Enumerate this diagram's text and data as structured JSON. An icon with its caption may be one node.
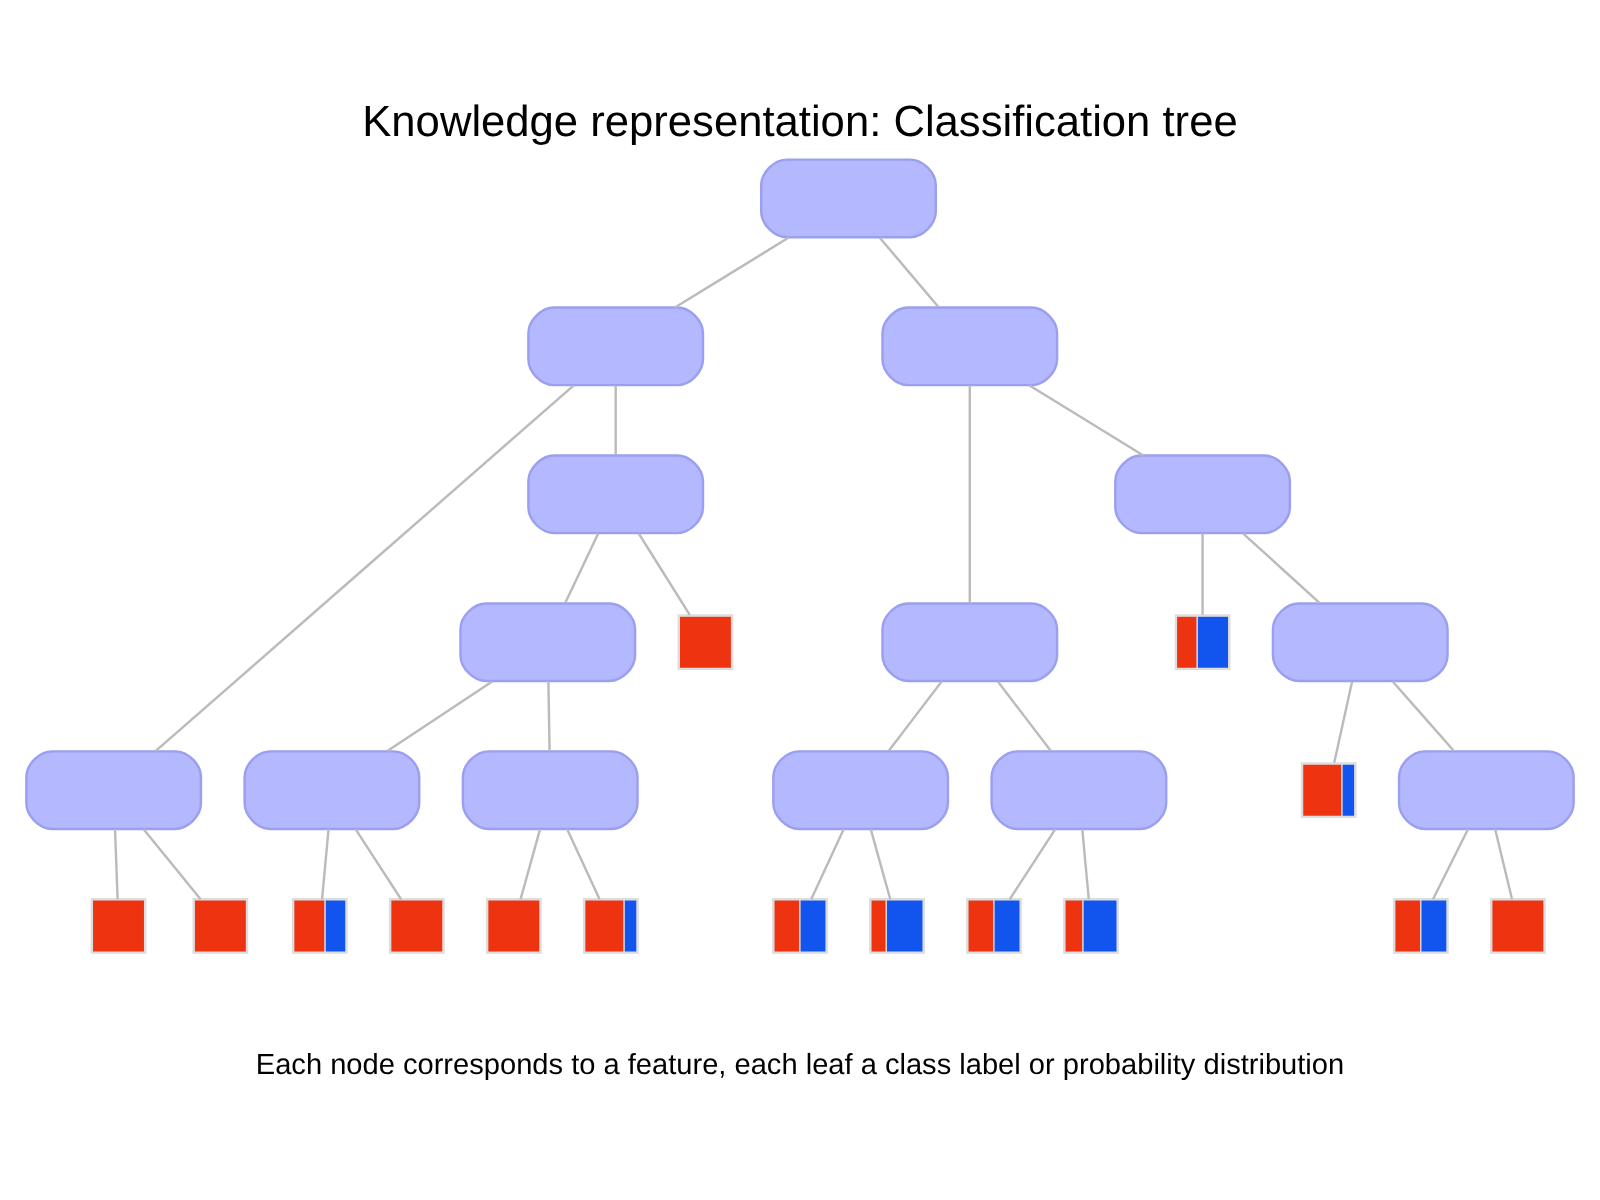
{
  "diagram": {
    "title": "Knowledge representation: Classification tree",
    "caption": "Each node corresponds to a feature, each leaf a class label or probability distribution",
    "nodes": [
      {
        "text": [],
        "shape": "box"
      },
      {
        "text": [],
        "shape": "box"
      },
      {
        "text": [],
        "shape": "box"
      },
      {
        "text": [],
        "shape": "box"
      },
      {
        "text": [],
        "shape": "box"
      },
      {
        "text": [],
        "shape": "box"
      },
      {
        "text": [],
        "shape": "box"
      },
      {
        "text": [],
        "shape": "bar"
      },
      {
        "text": [],
        "shape": "bar"
      },
      {
        "text": [],
        "shape": "box"
      },
      {
        "text": [],
        "shape": "bar"
      },
      {
        "text": [],
        "shape": "box"
      },
      {
        "text": [],
        "shape": "box"
      },
      {
        "text": [],
        "shape": "bar"
      },
      {
        "text": [],
        "shape": "box"
      },
      {
        "text": [],
        "shape": "box"
      },
      {
        "text": [],
        "shape": "box"
      },
      {
        "text": [],
        "shape": "bar"
      },
      {
        "text": [],
        "shape": "bar"
      },
      {
        "text": [],
        "shape": "bar"
      },
      {
        "text": [],
        "shape": "bar"
      },
      {
        "text": [],
        "shape": "bar"
      },
      {
        "text": [],
        "shape": "box"
      },
      {
        "text": [],
        "shape": "bar"
      },
      {
        "text": [],
        "shape": "bar"
      },
      {
        "text": [],
        "shape": "bar"
      },
      {
        "text": [],
        "shape": "bar"
      },
      {
        "text": [],
        "shape": "bar"
      },
      {
        "text": [],
        "shape": "bar"
      }
    ],
    "edges": [
      {
        "from": 0,
        "to": 1,
        "arrow": "none"
      },
      {
        "from": 0,
        "to": 2,
        "arrow": "none"
      },
      {
        "from": 1,
        "to": 3,
        "arrow": "none"
      },
      {
        "from": 1,
        "to": 4,
        "arrow": "none"
      },
      {
        "from": 2,
        "to": 5,
        "arrow": "none"
      },
      {
        "from": 2,
        "to": 6,
        "arrow": "none"
      },
      {
        "from": 3,
        "to": 7,
        "arrow": "none"
      },
      {
        "from": 3,
        "to": 8,
        "arrow": "none"
      },
      {
        "from": 4,
        "to": 9,
        "arrow": "none"
      },
      {
        "from": 4,
        "to": 10,
        "arrow": "none"
      },
      {
        "from": 5,
        "to": 11,
        "arrow": "none"
      },
      {
        "from": 5,
        "to": 12,
        "arrow": "none"
      },
      {
        "from": 6,
        "to": 13,
        "arrow": "none"
      },
      {
        "from": 6,
        "to": 14,
        "arrow": "none"
      },
      {
        "from": 9,
        "to": 15,
        "arrow": "none"
      },
      {
        "from": 9,
        "to": 16,
        "arrow": "none"
      },
      {
        "from": 11,
        "to": 17,
        "arrow": "none"
      },
      {
        "from": 11,
        "to": 18,
        "arrow": "none"
      },
      {
        "from": 12,
        "to": 19,
        "arrow": "none"
      },
      {
        "from": 12,
        "to": 20,
        "arrow": "none"
      },
      {
        "from": 14,
        "to": 21,
        "arrow": "none"
      },
      {
        "from": 14,
        "to": 22,
        "arrow": "none"
      },
      {
        "from": 15,
        "to": 23,
        "arrow": "none"
      },
      {
        "from": 15,
        "to": 24,
        "arrow": "none"
      },
      {
        "from": 16,
        "to": 25,
        "arrow": "none"
      },
      {
        "from": 16,
        "to": 26,
        "arrow": "none"
      },
      {
        "from": 22,
        "to": 27,
        "arrow": "none"
      },
      {
        "from": 22,
        "to": 28,
        "arrow": "none"
      }
    ]
  }
}
